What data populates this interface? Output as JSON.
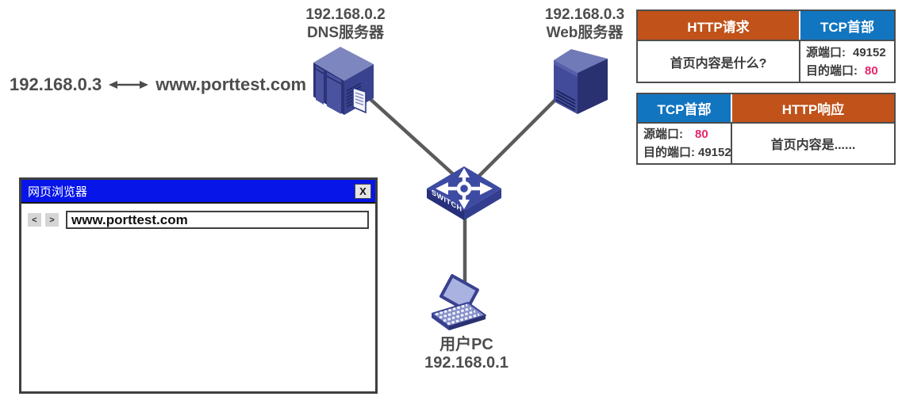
{
  "mapping": {
    "ip": "192.168.0.3",
    "domain": "www.porttest.com"
  },
  "nodes": {
    "dns": {
      "ip": "192.168.0.2",
      "name": "DNS服务器"
    },
    "web": {
      "ip": "192.168.0.3",
      "name": "Web服务器"
    },
    "switch": {
      "label": "SWITCH"
    },
    "pc": {
      "name": "用户PC",
      "ip": "192.168.0.1"
    }
  },
  "browser": {
    "title": "网页浏览器",
    "close": "X",
    "back": "<",
    "forward": ">",
    "address": "www.porttest.com"
  },
  "request_table": {
    "col1_header": "HTTP请求",
    "col2_header": "TCP首部",
    "body": "首页内容是什么?",
    "ports": [
      {
        "label": "源端口:",
        "value": "49152"
      },
      {
        "label": "目的端口:",
        "value": "80"
      }
    ]
  },
  "response_table": {
    "col1_header": "TCP首部",
    "col2_header": "HTTP响应",
    "body": "首页内容是......",
    "ports": [
      {
        "label": "源端口:",
        "value": "80"
      },
      {
        "label": "目的端口:",
        "value": "49152"
      }
    ]
  },
  "icons": {
    "dns_server": "server-icon",
    "web_server": "tower-server-icon",
    "switch": "switch-icon",
    "user_pc": "laptop-icon",
    "mapping_arrow": "double-arrow-icon"
  },
  "colors": {
    "http_header": "#C0521A",
    "tcp_header": "#1175C0",
    "port_highlight": "#E7256B",
    "titlebar_blue": "#0715E8",
    "device_navy": "#39418F",
    "link_gray": "#5B5B5B",
    "label_gray": "#4D4D4D"
  }
}
